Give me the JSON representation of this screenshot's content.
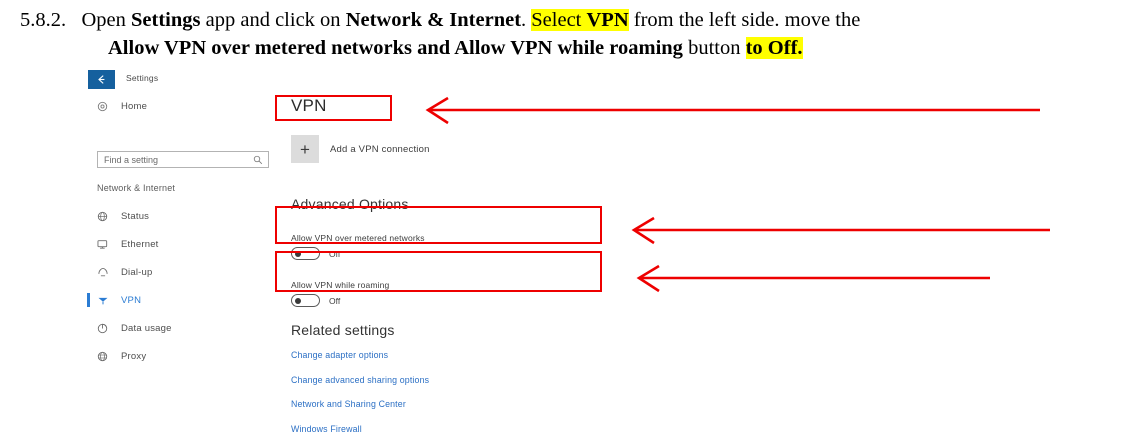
{
  "instruction": {
    "number": "5.8.2.",
    "line1_part1": "Open ",
    "line1_bold1": "Settings",
    "line1_part2": " app and click on ",
    "line1_bold2": "Network & Internet",
    "line1_part3": ". ",
    "line1_hl_plain": "Select ",
    "line1_hl_bold": "VPN",
    "line1_part4": " from the left side.  move the",
    "line2_bold": "Allow VPN over metered networks and Allow VPN while roaming",
    "line2_plain": " button ",
    "line2_hl": "to Off."
  },
  "window": {
    "titlebar": {
      "back_icon": "back-arrow-icon",
      "title": "Settings",
      "back_bg": "#15609e"
    },
    "nav": {
      "home": {
        "label": "Home",
        "icon": "home-gear-icon"
      },
      "search": {
        "placeholder": "Find a setting",
        "icon": "search-icon"
      },
      "category": "Network & Internet",
      "items": [
        {
          "label": "Status",
          "icon": "status-globe-icon",
          "selected": false
        },
        {
          "label": "Ethernet",
          "icon": "ethernet-icon",
          "selected": false
        },
        {
          "label": "Dial-up",
          "icon": "dialup-icon",
          "selected": false
        },
        {
          "label": "VPN",
          "icon": "vpn-key-icon",
          "selected": true
        },
        {
          "label": "Data usage",
          "icon": "data-usage-icon",
          "selected": false
        },
        {
          "label": "Proxy",
          "icon": "proxy-globe-icon",
          "selected": false
        }
      ],
      "accent": "#2b7cd3"
    },
    "content": {
      "page_title": "VPN",
      "add_vpn": {
        "plus": "+",
        "label": "Add a VPN connection"
      },
      "advanced_heading": "Advanced Options",
      "toggles": [
        {
          "label": "Allow VPN over metered networks",
          "state": "Off"
        },
        {
          "label": "Allow VPN while roaming",
          "state": "Off"
        }
      ],
      "related_heading": "Related settings",
      "related_links": [
        "Change adapter options",
        "Change advanced sharing options",
        "Network and Sharing Center",
        "Windows Firewall"
      ],
      "link_color": "#2b6fc4"
    }
  },
  "annotations": {
    "color": "#ee0000",
    "boxes": [
      "vpn-title",
      "allow-vpn-metered",
      "allow-vpn-roaming"
    ],
    "arrows": [
      "arrow-to-vpn-title",
      "arrow-to-metered-toggle",
      "arrow-to-roaming-toggle"
    ]
  }
}
